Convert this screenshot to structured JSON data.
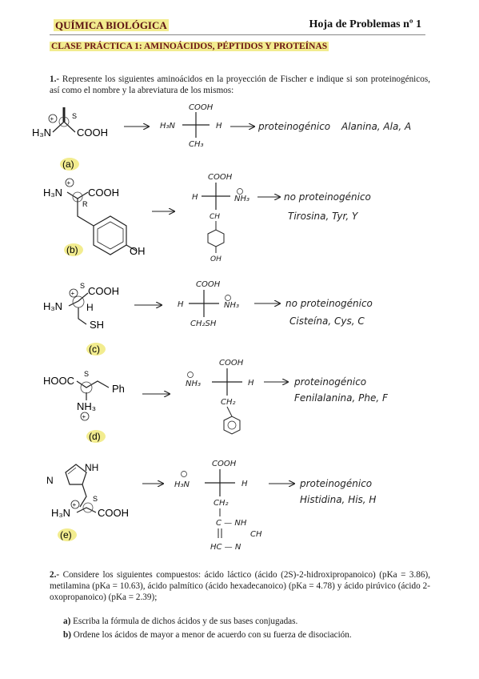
{
  "header": {
    "course": "QUÍMICA BIOLÓGICA",
    "sheet": "Hoja de Problemas nº 1"
  },
  "subtitle": "CLASE PRÁCTICA 1: AMINOÁCIDOS, PÉPTIDOS Y PROTEÍNAS",
  "q1": {
    "number": "1.-",
    "text": "Represente los siguientes aminoácidos en la proyección de Fischer e indique si son proteinogénicos, así como el nombre y la abreviatura de los mismos:"
  },
  "structures": {
    "a": {
      "tag": "(a)",
      "left": "H₃N",
      "right": "COOH",
      "stereo": "S"
    },
    "b": {
      "tag": "(b)",
      "left": "H₃N",
      "right": "COOH",
      "sub": "R",
      "oh": "OH"
    },
    "c": {
      "tag": "(c)",
      "left": "H₃N",
      "top": "COOH",
      "h": "H",
      "sh": "SH",
      "stereo": "S"
    },
    "d": {
      "tag": "(d)",
      "left": "HOOC",
      "ph": "Ph",
      "nh3": "NH₃",
      "stereo": "S"
    },
    "e": {
      "tag": "(e)",
      "left": "H₃N",
      "right": "COOH",
      "nh": "NH",
      "n": "N",
      "stereo": "S"
    }
  },
  "answers": {
    "a": {
      "top": "COOH",
      "left": "H₃N",
      "right": "H",
      "bottom": "CH₃",
      "verdict": "proteinogénico",
      "name": "Alanina, Ala, A"
    },
    "b": {
      "top": "COOH",
      "left": "H",
      "right": "NH₃",
      "bottom": "CH",
      "ring_oh": "OH",
      "verdict": "no proteinogénico",
      "name": "Tirosina, Tyr, Y"
    },
    "c": {
      "top": "COOH",
      "left": "H",
      "right": "NH₃",
      "bottom": "CH₂SH",
      "verdict": "no proteinogénico",
      "name": "Cisteína, Cys, C"
    },
    "d": {
      "top": "COOH",
      "left": "NH₃",
      "right": "H",
      "bottom": "CH₂",
      "verdict": "proteinogénico",
      "name": "Fenilalanina, Phe, F"
    },
    "e": {
      "top": "COOH",
      "left": "H₃N",
      "right": "H",
      "bottom": "CH₂",
      "c_nh": "C — NH",
      "ch": "CH",
      "hc_n": "HC — N",
      "verdict": "proteinogénico",
      "name": "Histidina, His, H"
    }
  },
  "q2": {
    "number": "2.-",
    "text": "Considere los siguientes compuestos: ácido láctico (ácido (2S)-2-hidroxipropanoico) (pKa = 3.86), metilamina (pKa = 10.63), ácido palmítico (ácido hexadecanoico) (pKa = 4.78) y ácido pirúvico (ácido 2-oxopropanoico) (pKa = 2.39);",
    "items": [
      {
        "label": "a)",
        "text": "Escriba la fórmula de dichos ácidos y de sus bases conjugadas."
      },
      {
        "label": "b)",
        "text": "Ordene los ácidos de mayor a menor de acuerdo con su fuerza de disociación."
      }
    ]
  }
}
